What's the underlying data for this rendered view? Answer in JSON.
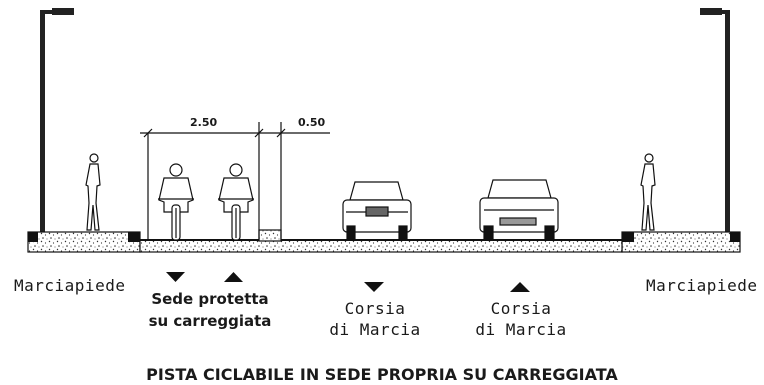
{
  "dimensions": {
    "lane_width": "2.50",
    "curb_width": "0.50"
  },
  "labels": {
    "left_sidewalk": "Marciapiede",
    "right_sidewalk": "Marciapiede",
    "bike_lane_line1": "Sede protetta",
    "bike_lane_line2": "su carreggiata",
    "lane1_line1": "Corsia",
    "lane1_line2": "di Marcia",
    "lane2_line1": "Corsia",
    "lane2_line2": "di Marcia"
  },
  "caption": "PISTA CICLABILE IN SEDE PROPRIA SU CARREGGIATA",
  "icons": [
    "street-lamp-icon",
    "pedestrian-icon",
    "cyclist-icon",
    "car-front-icon",
    "car-rear-icon",
    "arrow-down-icon",
    "arrow-up-icon"
  ]
}
